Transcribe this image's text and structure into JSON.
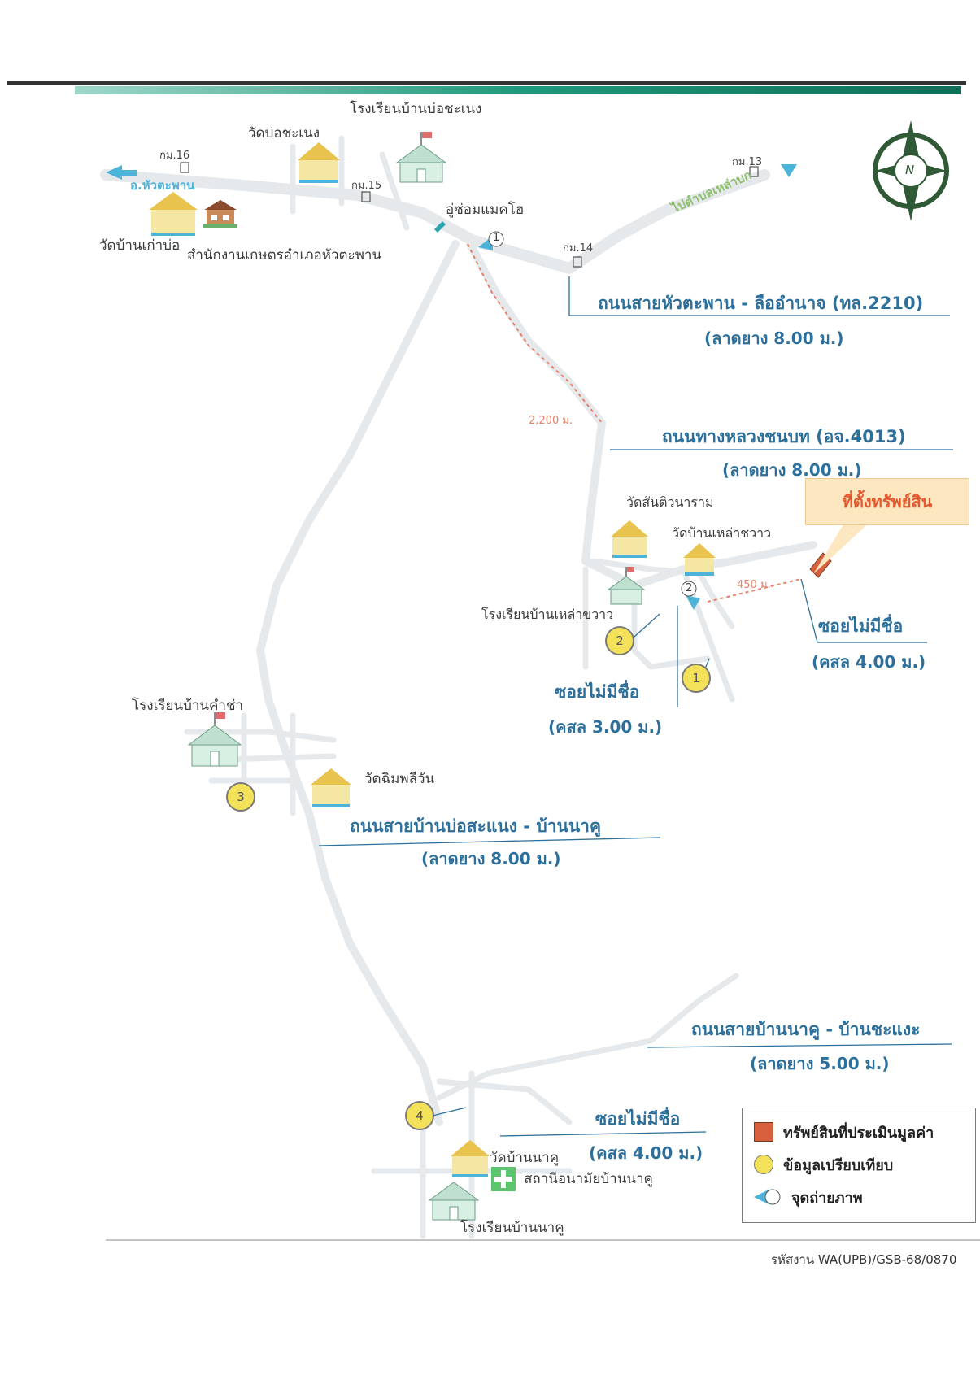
{
  "labels": {
    "school_bo_chanaeng": "โรงเรียนบ้านบ่อชะเนง",
    "wat_bo_chanaeng": "วัดบ่อชะเนง",
    "wat_ban_kao_bo": "วัดบ้านเก่าบ่อ",
    "agri_office": "สำนักงานเกษตรอำเภอหัวตะพาน",
    "garage": "อู่ซ่อมแมคโฮ",
    "wat_santiwanaram": "วัดสันติวนาราม",
    "wat_ban_lao_chawao": "วัดบ้านเหล่าชวาว",
    "school_lao_chawao": "โรงเรียนบ้านเหล่าขวาว",
    "school_kham_cha": "โรงเรียนบ้านคำช่า",
    "wat_nimphaliwan": "วัดฉิมพลีวัน",
    "wat_ban_na_khu": "วัดบ้านนาคู",
    "health_station": "สถานีอนามัยบ้านนาคู",
    "school_na_khu": "โรงเรียนบ้านนาคู"
  },
  "km_markers": {
    "km16": "กม.16",
    "km15": "กม.15",
    "km13": "กม.13",
    "km14": "กม.14"
  },
  "directions": {
    "to_hua_taphan": "อ.หัวตะพาน",
    "to_lao_bok": "ไปตำบลเหล่าบก"
  },
  "roads": {
    "hwy_2210_name": "ถนนสายหัวตะพาน - ลืออำนาจ (ทล.2210)",
    "hwy_2210_sub": "(ลาดยาง 8.00 ม.)",
    "rural_4013_name": "ถนนทางหลวงชนบท (อจ.4013)",
    "rural_4013_sub": "(ลาดยาง 8.00 ม.)",
    "soi_right_name": "ซอยไม่มีชื่อ",
    "soi_right_sub": "(คสล 4.00 ม.)",
    "soi_mid_name": "ซอยไม่มีชื่อ",
    "soi_mid_sub": "(คสล 3.00 ม.)",
    "bo_sanaeng_name": "ถนนสายบ้านบ่อสะแนง - บ้านนาคู",
    "bo_sanaeng_sub": "(ลาดยาง 8.00 ม.)",
    "na_khu_name": "ถนนสายบ้านนาคู - บ้านชะแงะ",
    "na_khu_sub": "(ลาดยาง 5.00 ม.)",
    "soi_bottom_name": "ซอยไม่มีชื่อ",
    "soi_bottom_sub": "(คสล 4.00 ม.)"
  },
  "distances": {
    "d2200": "2,200 ม.",
    "d450": "450 ม."
  },
  "target_label": "ที่ตั้งทรัพย์สิน",
  "comparables": [
    "1",
    "2",
    "3",
    "4"
  ],
  "photo_points": [
    "1",
    "2"
  ],
  "compass_letter": "N",
  "legend": {
    "asset": "ทรัพย์สินที่ประเมินมูลค่า",
    "comparable": "ข้อมูลเปรียบเทียบ",
    "photo": "จุดถ่ายภาพ"
  },
  "code": "รหัสงาน WA(UPB)/GSB-68/0870",
  "colors": {
    "road": "#e9ecee",
    "road_edge": "#d6dadd",
    "leader": "#2c6f9b",
    "route": "#e8806a",
    "comparable": "#f3e15a",
    "header_band": "#1f9a7c",
    "asset": "#d9603f"
  }
}
